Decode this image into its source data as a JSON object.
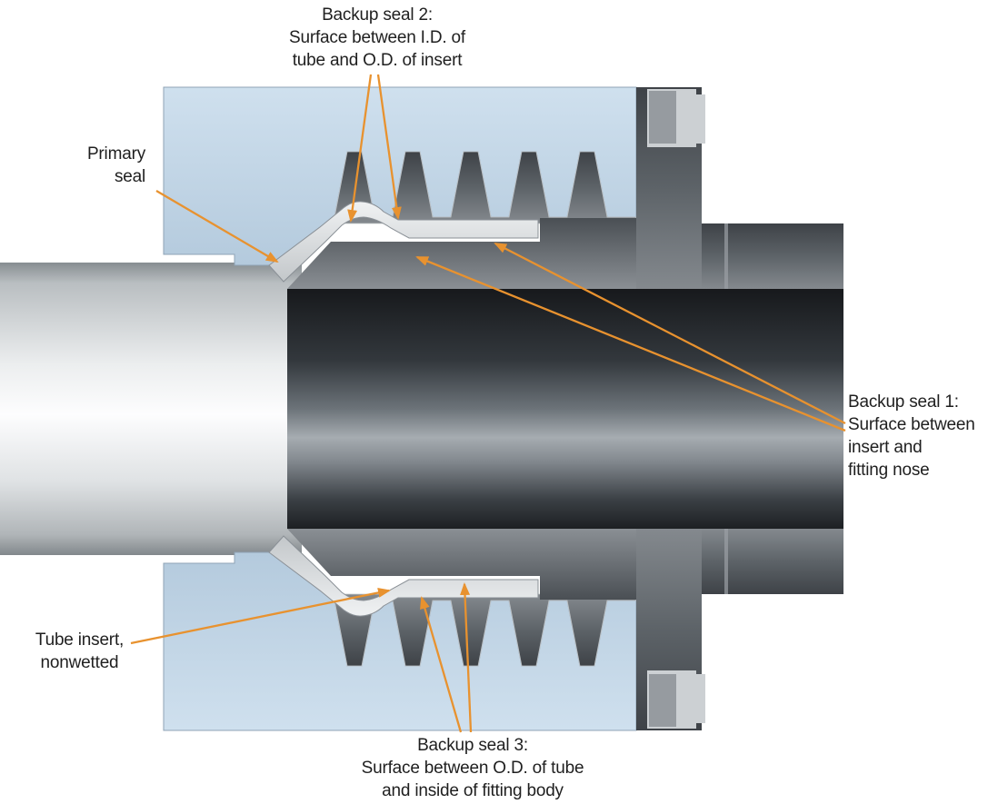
{
  "labels": {
    "backup_seal_2": {
      "lines": [
        "Backup seal 2:",
        "Surface between I.D. of",
        "tube and O.D. of insert"
      ]
    },
    "primary_seal": {
      "lines": [
        "Primary",
        "seal"
      ]
    },
    "backup_seal_1": {
      "lines": [
        "Backup seal 1:",
        "Surface between",
        "insert and",
        "fitting nose"
      ]
    },
    "tube_insert": {
      "lines": [
        "Tube insert,",
        "nonwetted"
      ]
    },
    "backup_seal_3": {
      "lines": [
        "Backup seal 3:",
        "Surface between O.D. of tube",
        "and inside of fitting body"
      ]
    }
  },
  "colors": {
    "annotation_orange": "#E8922F",
    "nut_blue": "#C5D8E9",
    "body_gray": "#60666B",
    "insert_light": "#E8EAEC",
    "tube_light": "#F4F5F6",
    "bore_dark": "#2A2E32",
    "background": "#FFFFFF",
    "text": "#1F1F1F"
  }
}
